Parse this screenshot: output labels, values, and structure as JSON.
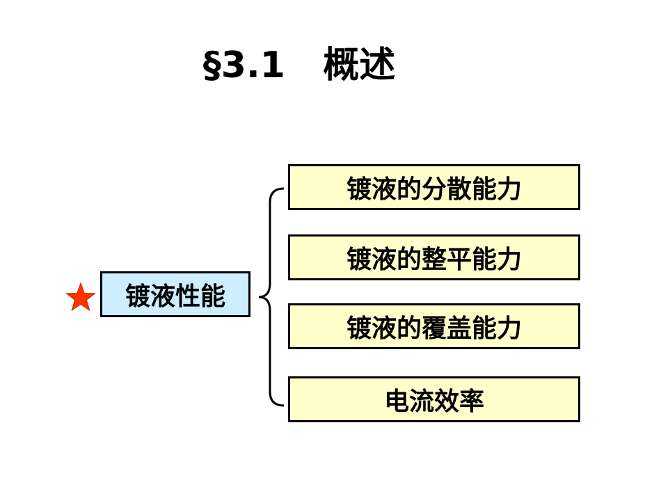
{
  "slide": {
    "title": "§3.1   概述",
    "root_label": "镀液性能",
    "items": [
      {
        "label": "镀液的分散能力"
      },
      {
        "label": "镀液的整平能力"
      },
      {
        "label": "镀液的覆盖能力"
      },
      {
        "label": "电流效率"
      }
    ]
  },
  "colors": {
    "star": "#ff3300",
    "root_fill": "#cceeff",
    "item_fill": "#ffffcc",
    "border": "#000000"
  },
  "icons": {
    "root_marker": "star-icon"
  }
}
